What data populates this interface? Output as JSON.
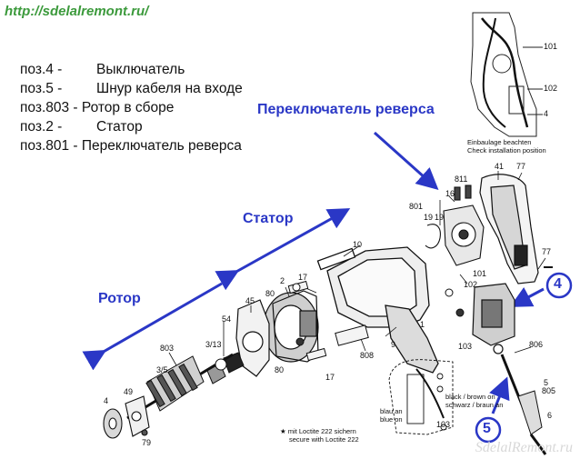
{
  "site_url": "http://sdelalremont.ru/",
  "watermark": "SdelalRemont.ru",
  "legend": [
    {
      "pos": "поз.4 -",
      "name": "Выключатель"
    },
    {
      "pos": "поз.5 -",
      "name": "Шнур кабеля на входе"
    },
    {
      "pos": "поз.803 -",
      "name": "Ротор в сборе"
    },
    {
      "pos": "поз.2 -",
      "name": "Статор"
    },
    {
      "pos": "поз.801 -",
      "name": "Переключатель реверса"
    }
  ],
  "callouts": {
    "reverse": "Переключатель реверса",
    "stator": "Статор",
    "rotor": "Ротор"
  },
  "circle_markers": {
    "switch": "4",
    "cable": "5"
  },
  "inset": {
    "note_line1": "Einbaulage beachten",
    "note_line2": "Check installation position",
    "labels": [
      "101",
      "102",
      "4"
    ]
  },
  "part_numbers": {
    "p41": "41",
    "p77a": "77",
    "p77b": "77",
    "p811": "811",
    "p16": "16",
    "p801": "801",
    "p19a": "19",
    "p19b": "19",
    "p10": "10",
    "p17a": "17",
    "p17b": "17",
    "p2": "2",
    "p80a": "80",
    "p80b": "80",
    "p45": "45",
    "p54": "54",
    "p313": "3/13",
    "p803": "803",
    "p35": "3/5",
    "p49": "49",
    "p4": "4",
    "p79": "79",
    "p808": "808",
    "p9": "9",
    "p101": "101",
    "p102": "102",
    "p103": "103",
    "p806": "806",
    "p5": "5",
    "p805": "805",
    "p6": "6",
    "p1": "1",
    "p103b": "103"
  },
  "wiring_notes": {
    "black_brown": "black / brown on",
    "schwarz_braun": "schwarz / braun an",
    "blau_an": "blau an",
    "blue_on": "blue on"
  },
  "loctite_line1": "★ mit Loctite 222 sichern",
  "loctite_line2": "secure with Loctite 222"
}
